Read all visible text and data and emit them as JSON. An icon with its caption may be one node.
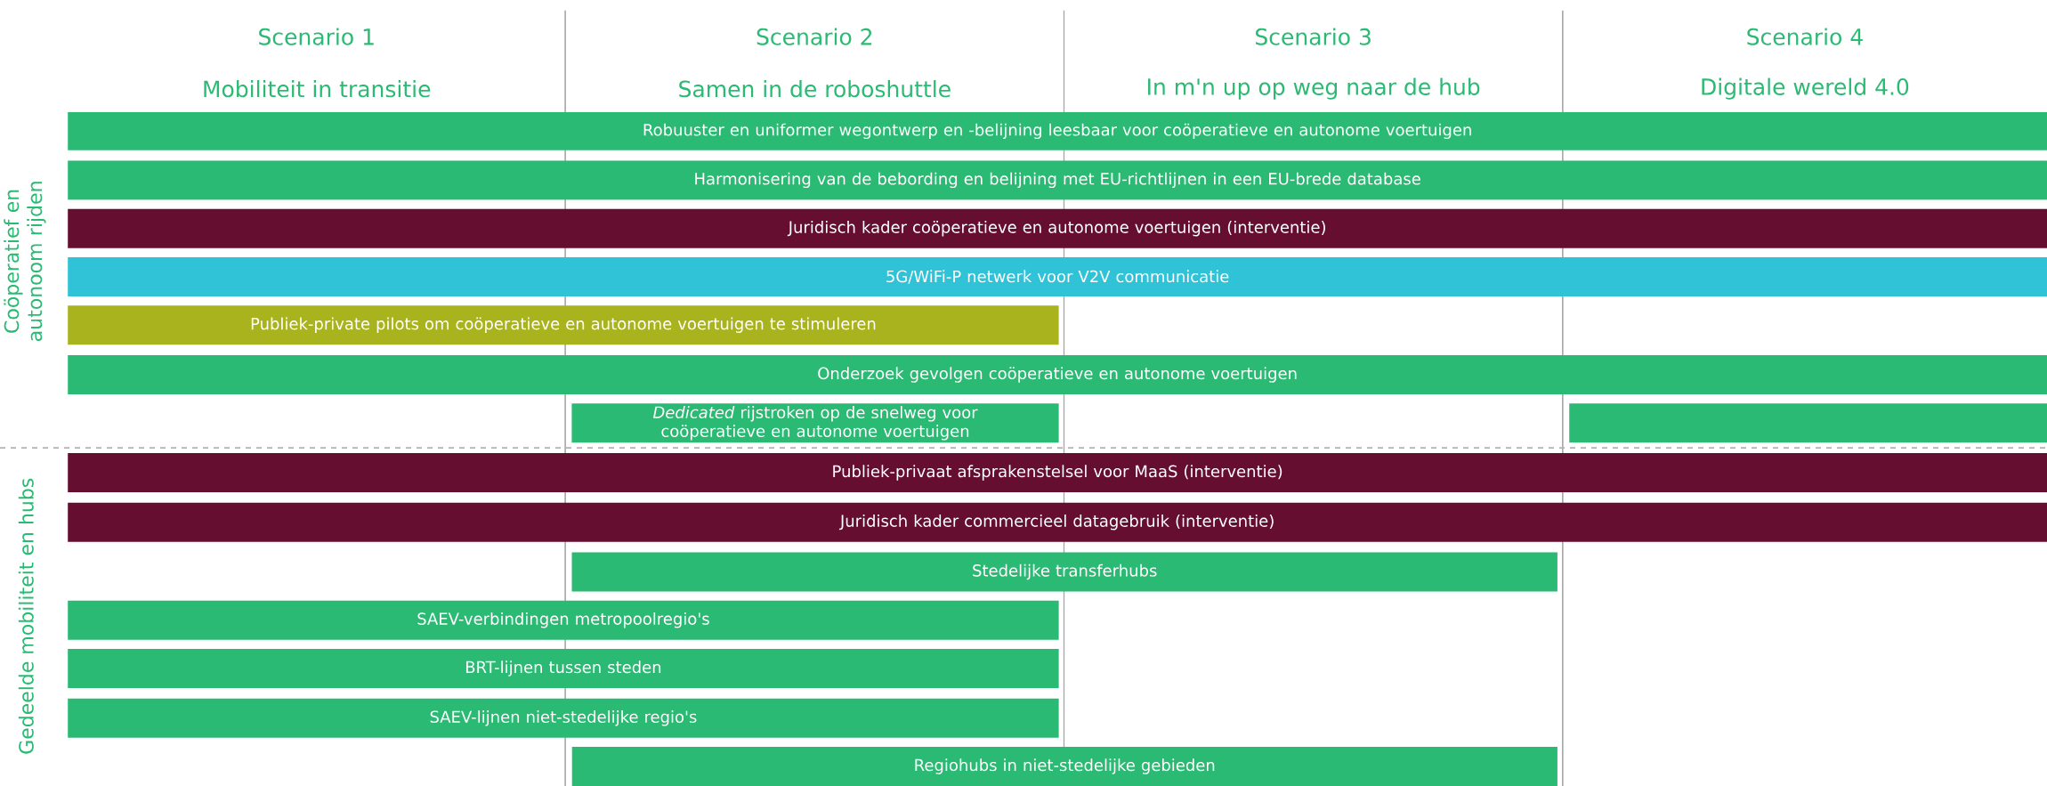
{
  "diagram": {
    "nodes": [
      {
        "text": [
          "Robuuster en uniformer wegontwerp en -belijning leesbaar voor coöperatieve en autonome voertuigen"
        ]
      },
      {
        "text": [
          "Harmonisering van de bebording en belijning met EU-richtlijnen in een EU-brede database"
        ]
      },
      {
        "text": [
          "Juridisch kader coöperatieve en autonome voertuigen (interventie)"
        ]
      },
      {
        "text": [
          "5G/WiFi-P netwerk voor V2V communicatie"
        ]
      },
      {
        "text": [
          "Publiek-private pilots om coöperatieve en autonome voertuigen te stimuleren"
        ]
      },
      {
        "text": [
          "Onderzoek gevolgen coöperatieve en autonome voertuigen"
        ]
      },
      {
        "text": [
          "*Dedicated* rijstroken op de snelweg voor coöperatieve en autonome voertuigen"
        ]
      },
      {
        "text": [],
        "shape": "bar"
      },
      {
        "text": [
          "Publiek-privaat afsprakenstelsel voor MaaS (interventie)"
        ]
      },
      {
        "text": [
          "Juridisch kader commercieel datagebruik (interventie)"
        ]
      },
      {
        "text": [
          "Stedelijke transferhubs"
        ]
      },
      {
        "text": [
          "SAEV-verbindingen metropoolregio's"
        ]
      },
      {
        "text": [
          "BRT-lijnen tussen steden"
        ]
      },
      {
        "text": [
          "SAEV-lijnen niet-stedelijke regio's"
        ]
      },
      {
        "text": [
          "Regiohubs in niet-stedelijke gebieden"
        ]
      }
    ],
    "labels": [
      "Scenario 1",
      "Scenario 2",
      "Scenario 3",
      "Scenario 4",
      "Mobiliteit in transitie",
      "Samen in de roboshuttle",
      "In m'n up op weg naar de hub",
      "Digitale wereld 4.0",
      "Coöperatief en autonoom rijden",
      "Gedeelde mobiliteit en hubs"
    ]
  }
}
